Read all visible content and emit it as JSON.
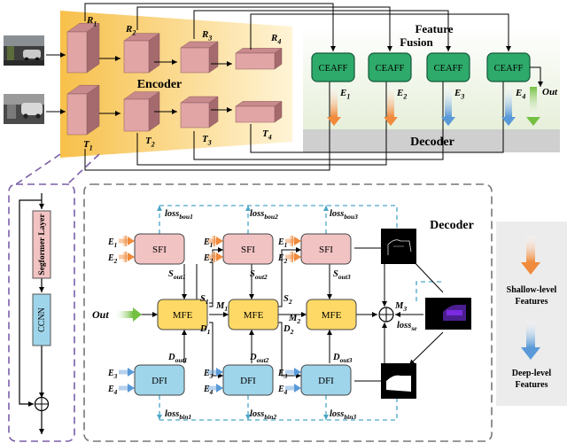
{
  "colors": {
    "encoder_grad_start": "#f7c04a",
    "encoder_grad_end": "#fff4d6",
    "cube_front": "#e2a5a6",
    "cube_top": "#c88a8c",
    "cube_side": "#a56a6d",
    "fusion_bg": "#e6efd9",
    "decoder_bar": "#cfcfcf",
    "ceaff_fill": "#2eaa6a",
    "ceaff_stroke": "#14583a",
    "sfi_fill": "#f2c3c3",
    "mfe_fill": "#ffd966",
    "dfi_fill": "#9fd5ea",
    "dash_blue": "#4aa6c8",
    "legend_bg": "#ececec",
    "shallow_arrow": "#f08a3c",
    "deep_arrow": "#5a9ad8",
    "out_arrow": "#74c043",
    "purple_dash": "#7a5fa8"
  },
  "top": {
    "encoder_label": "Encoder",
    "feature_fusion_line1": "Feature",
    "feature_fusion_line2": "Fusion",
    "decoder_label": "Decoder",
    "r_labels": [
      {
        "base": "R",
        "sub": "1"
      },
      {
        "base": "R",
        "sub": "2"
      },
      {
        "base": "R",
        "sub": "3"
      },
      {
        "base": "R",
        "sub": "4"
      }
    ],
    "t_labels": [
      {
        "base": "T",
        "sub": "1"
      },
      {
        "base": "T",
        "sub": "2"
      },
      {
        "base": "T",
        "sub": "3"
      },
      {
        "base": "T",
        "sub": "4"
      }
    ],
    "ceaff_label": "CEAFF",
    "e_labels": [
      {
        "base": "E",
        "sub": "1"
      },
      {
        "base": "E",
        "sub": "2"
      },
      {
        "base": "E",
        "sub": "3"
      },
      {
        "base": "E",
        "sub": "4"
      }
    ],
    "out_label": "Out"
  },
  "encoder_detail": {
    "segformer_label": "Segformer Layer",
    "ccnn_label": "CCNN"
  },
  "decoder_detail": {
    "title": "Decoder",
    "sfi_label": "SFI",
    "mfe_label": "MFE",
    "dfi_label": "DFI",
    "out_label": "Out",
    "e1": {
      "base": "E",
      "sub": "1"
    },
    "e2": {
      "base": "E",
      "sub": "2"
    },
    "e3": {
      "base": "E",
      "sub": "3"
    },
    "e4": {
      "base": "E",
      "sub": "4"
    },
    "loss_bou": [
      {
        "base": "loss",
        "sub": "bou1"
      },
      {
        "base": "loss",
        "sub": "bou2"
      },
      {
        "base": "loss",
        "sub": "bou3"
      }
    ],
    "loss_bin": [
      {
        "base": "loss",
        "sub": "bin1"
      },
      {
        "base": "loss",
        "sub": "bin2"
      },
      {
        "base": "loss",
        "sub": "bin3"
      }
    ],
    "s_out": [
      {
        "base": "S",
        "sub": "out1"
      },
      {
        "base": "S",
        "sub": "out2"
      },
      {
        "base": "S",
        "sub": "out3"
      }
    ],
    "d_out": [
      {
        "base": "D",
        "sub": "out1"
      },
      {
        "base": "D",
        "sub": "out2"
      },
      {
        "base": "D",
        "sub": "out3"
      }
    ],
    "s_labels": [
      {
        "base": "S",
        "sub": "1"
      },
      {
        "base": "S",
        "sub": "2"
      }
    ],
    "d_labels": [
      {
        "base": "D",
        "sub": "1"
      },
      {
        "base": "D",
        "sub": "2"
      }
    ],
    "m_labels": [
      {
        "base": "M",
        "sub": "1"
      },
      {
        "base": "M",
        "sub": "2"
      },
      {
        "base": "M",
        "sub": "3"
      }
    ],
    "loss_se": {
      "base": "loss",
      "sub": "se"
    }
  },
  "legend": {
    "shallow_line1": "Shallow-level",
    "shallow_line2": "Features",
    "deep_line1": "Deep-level",
    "deep_line2": "Features"
  }
}
